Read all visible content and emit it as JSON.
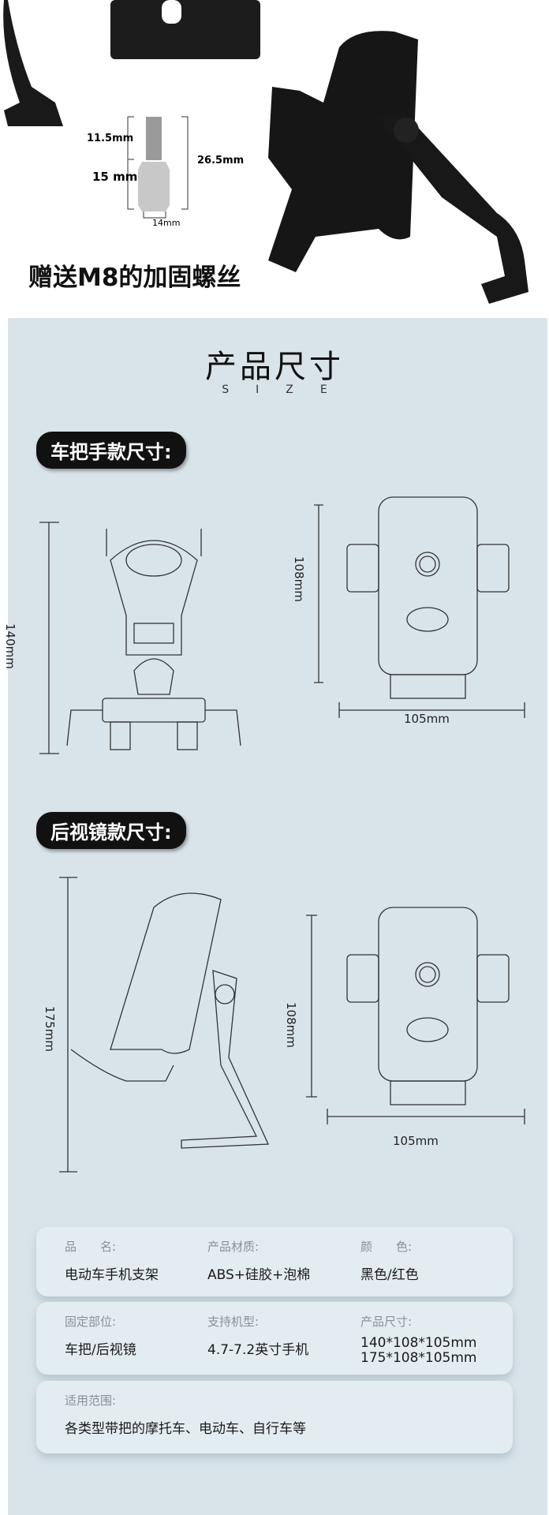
{
  "top": {
    "bolt_dims": {
      "thread": "11.5mm",
      "hex": "15 mm",
      "total": "26.5mm",
      "width": "14mm"
    },
    "caption": "赠送M8的加固螺丝"
  },
  "size": {
    "title": "产品尺寸",
    "subtitle": "SIZE"
  },
  "handlebar": {
    "label": "车把手款尺寸:",
    "height": "140mm",
    "holder_height": "108mm",
    "holder_width": "105mm"
  },
  "mirror": {
    "label": "后视镜款尺寸:",
    "height": "175mm",
    "holder_height": "108mm",
    "holder_width": "105mm"
  },
  "specs": [
    [
      {
        "label": "品　　名:",
        "value": "电动车手机支架"
      },
      {
        "label": "产品材质:",
        "value": "ABS+硅胶+泡棉"
      },
      {
        "label": "颜　　色:",
        "value": "黑色/红色"
      }
    ],
    [
      {
        "label": "固定部位:",
        "value": "车把/后视镜"
      },
      {
        "label": "支持机型:",
        "value": "4.7-7.2英寸手机"
      },
      {
        "label": "产品尺寸:",
        "value": "140*108*105mm",
        "value2": "175*108*105mm"
      }
    ],
    [
      {
        "label": "适用范围:",
        "value": "各类型带把的摩托车、电动车、自行车等"
      }
    ]
  ]
}
